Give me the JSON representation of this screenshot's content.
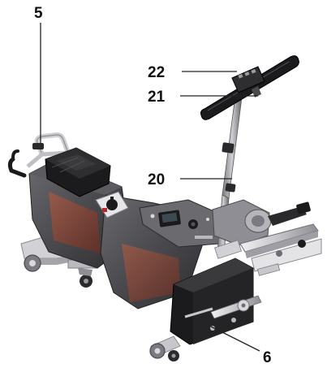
{
  "callouts": [
    {
      "id": "5",
      "label": "5"
    },
    {
      "id": "22",
      "label": "22"
    },
    {
      "id": "21",
      "label": "21"
    },
    {
      "id": "20",
      "label": "20"
    },
    {
      "id": "6",
      "label": "6"
    }
  ],
  "colors": {
    "body_dark": "#3a3a3d",
    "body_mid": "#5a5a5e",
    "metal_light": "#d9d9dc",
    "metal_mid": "#a8a8ad",
    "accent_rust": "#8a4a3c",
    "black": "#1b1b1d",
    "text": "#111111"
  }
}
